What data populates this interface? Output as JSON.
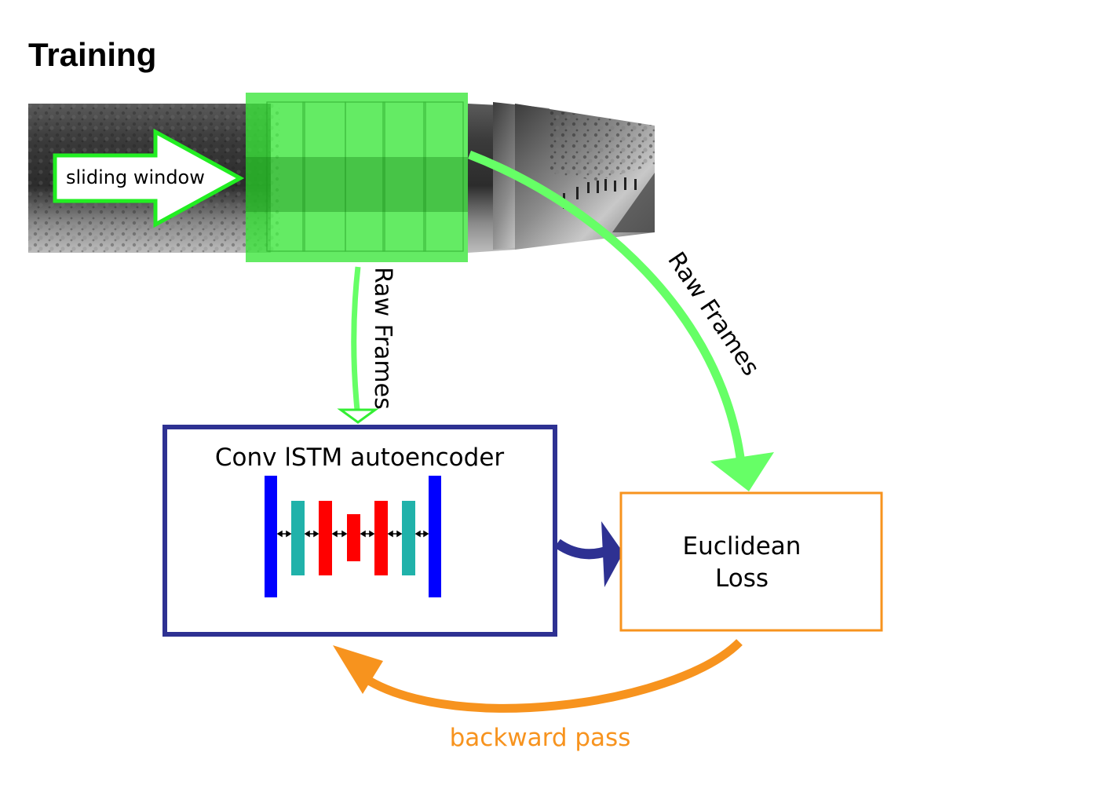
{
  "title": "Training",
  "frames": {
    "sliding_window_label": "sliding window"
  },
  "edges": {
    "to_autoencoder_label": "Raw Frames",
    "to_loss_label": "Raw Frames",
    "backward_label": "backward pass"
  },
  "nodes": {
    "autoencoder_label": "Conv lSTM autoencoder",
    "loss_label_line1": "Euclidean",
    "loss_label_line2": "Loss"
  },
  "colors": {
    "window_green": "#39e639",
    "arrow_green": "#66ff66",
    "navy": "#2e3192",
    "orange": "#f7931e",
    "layer_blue": "#0000ff",
    "layer_teal": "#20b2aa",
    "layer_red": "#ff0000"
  }
}
